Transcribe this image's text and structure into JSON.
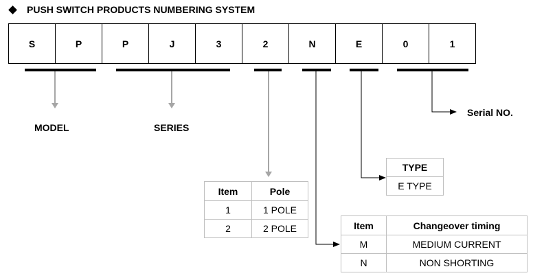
{
  "title": "PUSH SWITCH PRODUCTS NUMBERING SYSTEM",
  "code": [
    "S",
    "P",
    "P",
    "J",
    "3",
    "2",
    "N",
    "E",
    "0",
    "1"
  ],
  "labels": {
    "model": "MODEL",
    "series": "SERIES",
    "serial": "Serial NO."
  },
  "pole_table": {
    "headers": [
      "Item",
      "Pole"
    ],
    "rows": [
      [
        "1",
        "1 POLE"
      ],
      [
        "2",
        "2 POLE"
      ]
    ]
  },
  "type_table": {
    "header": "TYPE",
    "value": "E TYPE"
  },
  "changeover_table": {
    "headers": [
      "Item",
      "Changeover timing"
    ],
    "rows": [
      [
        "M",
        "MEDIUM CURRENT"
      ],
      [
        "N",
        "NON SHORTING"
      ]
    ]
  },
  "colors": {
    "arrow_gray": "#a6a6a6",
    "table_border": "#bfbfbf",
    "text": "#000000"
  }
}
